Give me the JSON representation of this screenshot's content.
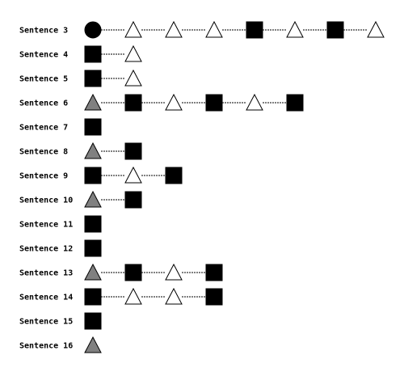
{
  "colors": {
    "circle": "#000000",
    "square": "#000000",
    "triangle-open": "#ffffff",
    "triangle-gray": "#808080",
    "outline": "#000000"
  },
  "rows": [
    {
      "label": "Sentence 3",
      "symbols": [
        "circle",
        "triangle-open",
        "triangle-open",
        "triangle-open",
        "square",
        "triangle-open",
        "square",
        "triangle-open"
      ]
    },
    {
      "label": "Sentence 4",
      "symbols": [
        "square",
        "triangle-open"
      ]
    },
    {
      "label": "Sentence 5",
      "symbols": [
        "square",
        "triangle-open"
      ]
    },
    {
      "label": "Sentence 6",
      "symbols": [
        "triangle-gray",
        "square",
        "triangle-open",
        "square",
        "triangle-open",
        "square"
      ]
    },
    {
      "label": "Sentence 7",
      "symbols": [
        "square"
      ]
    },
    {
      "label": "Sentence 8",
      "symbols": [
        "triangle-gray",
        "square"
      ]
    },
    {
      "label": "Sentence 9",
      "symbols": [
        "square",
        "triangle-open",
        "square"
      ]
    },
    {
      "label": "Sentence 10",
      "symbols": [
        "triangle-gray",
        "square"
      ]
    },
    {
      "label": "Sentence 11",
      "symbols": [
        "square"
      ]
    },
    {
      "label": "Sentence 12",
      "symbols": [
        "square"
      ]
    },
    {
      "label": "Sentence 13",
      "symbols": [
        "triangle-gray",
        "square",
        "triangle-open",
        "square"
      ]
    },
    {
      "label": "Sentence 14",
      "symbols": [
        "square",
        "triangle-open",
        "triangle-open",
        "square"
      ]
    },
    {
      "label": "Sentence 15",
      "symbols": [
        "square"
      ]
    },
    {
      "label": "Sentence 16",
      "symbols": [
        "triangle-gray"
      ]
    }
  ]
}
